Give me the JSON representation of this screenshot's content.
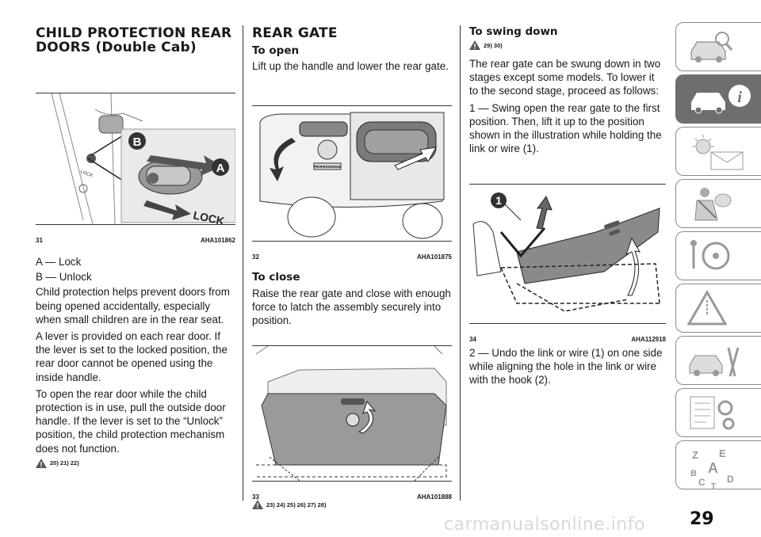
{
  "col1": {
    "heading": "CHILD PROTECTION REAR DOORS (Double Cab)",
    "fig": {
      "number": "31",
      "code": "AHA101862",
      "callout_a": "A",
      "callout_b": "B",
      "lock_big": "LOCK",
      "lock_small": "LOCK"
    },
    "legend_a": "A — Lock",
    "legend_b": "B — Unlock",
    "para1": "Child protection helps prevent doors from being opened accidentally, especially when small children are in the rear seat.",
    "para2": "A lever is provided on each rear door. If the lever is set to the locked position, the rear door cannot be opened using the inside handle.",
    "para3": "To open the rear door while the child protection is in use, pull the outside door handle. If the lever is set to the “Unlock” position, the child protection mechanism does not function.",
    "warn_refs": "20) 21) 22)"
  },
  "col2": {
    "heading": "REAR GATE",
    "open_title": "To open",
    "open_text": "Lift up the handle and lower the rear gate.",
    "fig32": {
      "number": "32",
      "code": "AHA101875",
      "badge": "PROFESSIONAL"
    },
    "close_title": "To close",
    "close_text": "Raise the rear gate and close with enough force to latch the assembly securely into position.",
    "fig33": {
      "number": "33",
      "code": "AHA101888"
    },
    "warn_refs": "23) 24) 25) 26) 27) 28)"
  },
  "col3": {
    "swing_title": "To swing down",
    "warn_refs": "29) 30)",
    "para1": "The rear gate can be swung down in two stages except some models. To lower it to the second stage, proceed as follows:",
    "step1": "1 — Swing open the rear gate to the first position. Then, lift it up to the position shown in the illustration while holding the link or wire (1).",
    "fig34": {
      "number": "34",
      "code": "AHA112918",
      "callout": "1"
    },
    "step2": "2 — Undo the link or wire (1) on one side while aligning the hole in the link or wire with the hook (2)."
  },
  "sidebar": {
    "tabs": [
      "car-search-icon",
      "car-info-icon",
      "warning-light-message-icon",
      "airbag-seatbelt-icon",
      "steering-key-icon",
      "road-warning-icon",
      "car-tools-icon",
      "specifications-gear-icon",
      "alphabetical-index-icon"
    ],
    "active_index": 1,
    "index_letters": [
      "Z",
      "E",
      "B",
      "A",
      "C",
      "T",
      "D"
    ]
  },
  "page_number": "29",
  "watermark": "carmanualsonline.info"
}
